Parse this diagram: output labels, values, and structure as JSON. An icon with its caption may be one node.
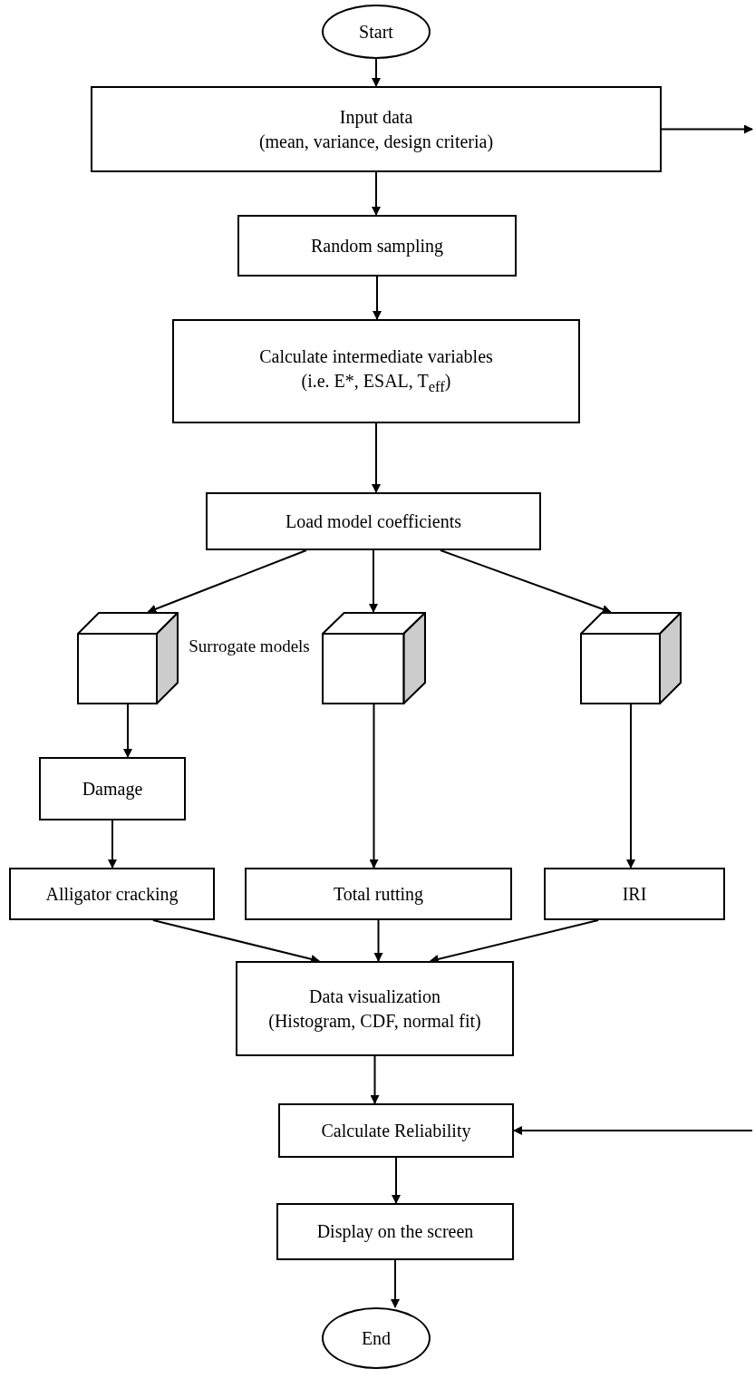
{
  "diagram": {
    "nodes": [
      {
        "text": [
          "Start"
        ]
      },
      {
        "text": [
          "Input data",
          "(mean, variance, design criteria)"
        ]
      },
      {
        "text": [
          "Random sampling"
        ]
      },
      {
        "text": [
          "Calculate intermediate variables",
          "(i.e. E*, ESAL, T$_{eff}$)"
        ]
      },
      {
        "text": [
          "Load model coefficients"
        ]
      },
      {
        "text": [],
        "shape": "cube"
      },
      {
        "text": [],
        "shape": "cube"
      },
      {
        "text": [],
        "shape": "cube"
      },
      {
        "text": [
          "Damage"
        ]
      },
      {
        "text": [
          "Alligator cracking"
        ]
      },
      {
        "text": [
          "Total rutting"
        ]
      },
      {
        "text": [
          "IRI"
        ]
      },
      {
        "text": [
          "Data visualization",
          "(Histogram, CDF, normal fit)"
        ]
      },
      {
        "text": [
          "Calculate Reliability"
        ]
      },
      {
        "text": [
          "Display on the screen"
        ]
      },
      {
        "text": [
          "End"
        ]
      }
    ],
    "edges": [
      {
        "from": 0,
        "to": 1,
        "arrow": "to"
      },
      {
        "from": 1,
        "to": null,
        "arrow": "to"
      },
      {
        "from": 1,
        "to": 2,
        "arrow": "to"
      },
      {
        "from": 2,
        "to": 3,
        "arrow": "to"
      },
      {
        "from": 3,
        "to": 4,
        "arrow": "to"
      },
      {
        "from": 4,
        "to": 5,
        "arrow": "to"
      },
      {
        "from": 4,
        "to": 6,
        "arrow": "to"
      },
      {
        "from": 4,
        "to": 7,
        "arrow": "to"
      },
      {
        "from": 5,
        "to": 8,
        "arrow": "to"
      },
      {
        "from": 8,
        "to": 9,
        "arrow": "to"
      },
      {
        "from": 6,
        "to": 10,
        "arrow": "to"
      },
      {
        "from": 7,
        "to": 11,
        "arrow": "to"
      },
      {
        "from": 9,
        "to": 12,
        "arrow": "to"
      },
      {
        "from": 10,
        "to": 12,
        "arrow": "to"
      },
      {
        "from": 11,
        "to": 12,
        "arrow": "to"
      },
      {
        "from": 12,
        "to": 13,
        "arrow": "to"
      },
      {
        "from": null,
        "to": 13,
        "arrow": "to"
      },
      {
        "from": 13,
        "to": 14,
        "arrow": "to"
      },
      {
        "from": 14,
        "to": 15,
        "arrow": "to"
      }
    ],
    "labels": [
      "Surrogate models"
    ]
  }
}
